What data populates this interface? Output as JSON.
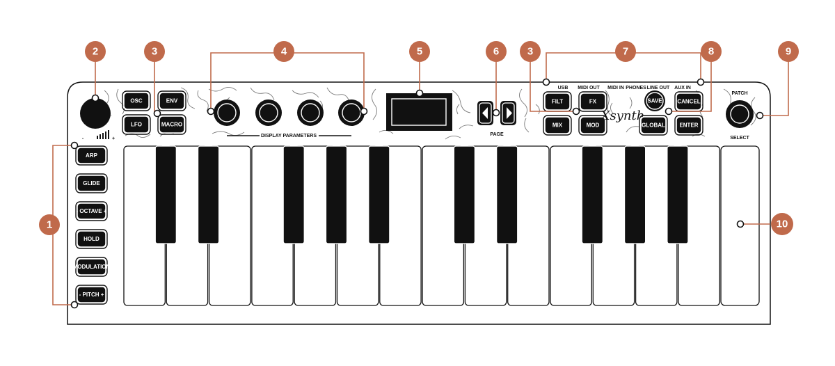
{
  "device": {
    "brand": "Xsynth"
  },
  "buttons": {
    "osc": "OSC",
    "env": "ENV",
    "lfo": "LFO",
    "macro": "MACRO",
    "filt": "FILT",
    "fx": "FX",
    "mix": "MIX",
    "mod": "MOD",
    "save": "SAVE",
    "cancel": "CANCEL",
    "global": "GLOBAL",
    "enter": "ENTER"
  },
  "left_buttons": [
    "ARP",
    "GLIDE",
    "- OCTAVE +",
    "HOLD",
    "MODULATION",
    "- PITCH +"
  ],
  "labels": {
    "display_parameters": "DISPLAY PARAMETERS",
    "page": "PAGE",
    "patch": "PATCH",
    "select": "SELECT",
    "volume_minus": "-",
    "volume_plus": "+"
  },
  "ports": [
    "USB",
    "MIDI OUT",
    "MIDI IN",
    "PHONES",
    "LINE OUT",
    "AUX IN"
  ],
  "callouts": [
    "1",
    "2",
    "3",
    "4",
    "5",
    "6",
    "3",
    "7",
    "8",
    "9",
    "10"
  ],
  "colors": {
    "callout": "#c06a4b",
    "ink": "#111111",
    "background": "#ffffff"
  }
}
